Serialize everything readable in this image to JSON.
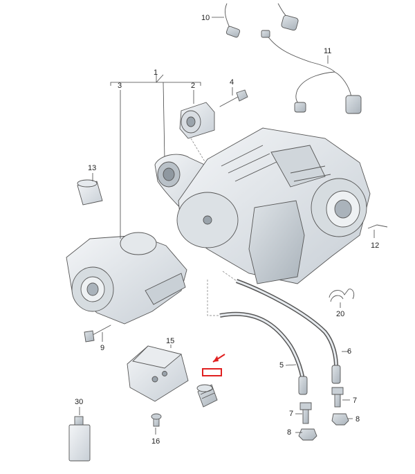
{
  "parts": {
    "p1": "1",
    "p2": "2",
    "p3": "3",
    "p4": "4",
    "p5": "5",
    "p6": "6",
    "p7a": "7",
    "p7b": "7",
    "p8a": "8",
    "p8b": "8",
    "p9": "9",
    "p10": "10",
    "p11": "11",
    "p12": "12",
    "p13": "13",
    "p15": "15",
    "p16": "16",
    "p20": "20",
    "p30": "30"
  },
  "colors": {
    "part_fill": "#e8ecef",
    "part_shade": "#c9d0d6",
    "highlight": "#e02020"
  }
}
